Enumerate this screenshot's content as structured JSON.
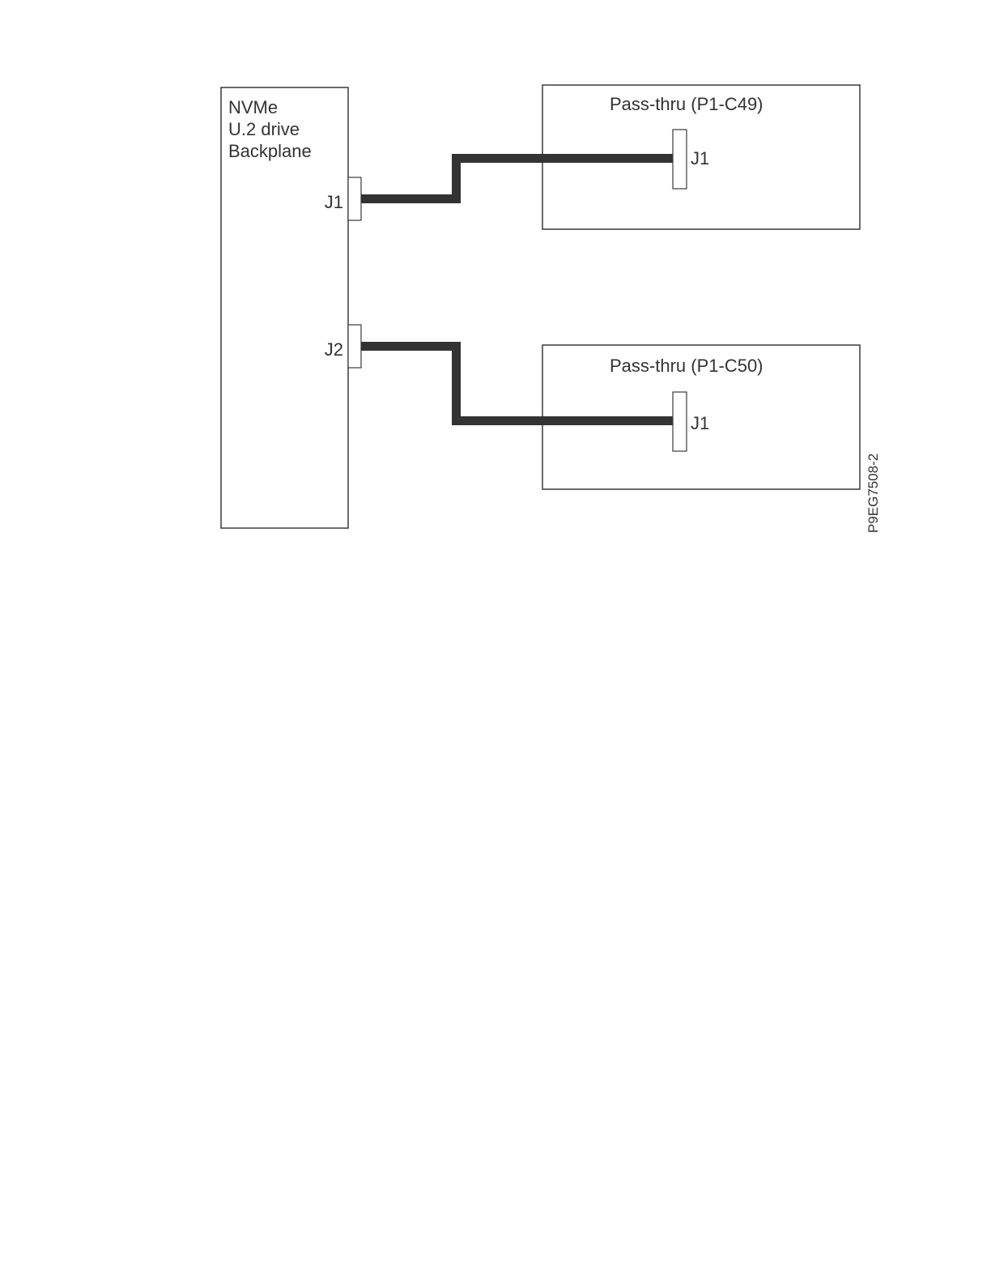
{
  "backplane": {
    "title_lines": [
      "NVMe",
      "U.2 drive",
      "Backplane"
    ],
    "connectors": [
      "J1",
      "J2"
    ]
  },
  "pass_thru_top": {
    "title": "Pass-thru (P1-C49)",
    "connector": "J1"
  },
  "pass_thru_bottom": {
    "title": "Pass-thru (P1-C50)",
    "connector": "J1"
  },
  "figure_code": "P9EG7508-2",
  "colors": {
    "line": "#333333",
    "box_border": "#3a3a3a",
    "background": "#ffffff"
  }
}
